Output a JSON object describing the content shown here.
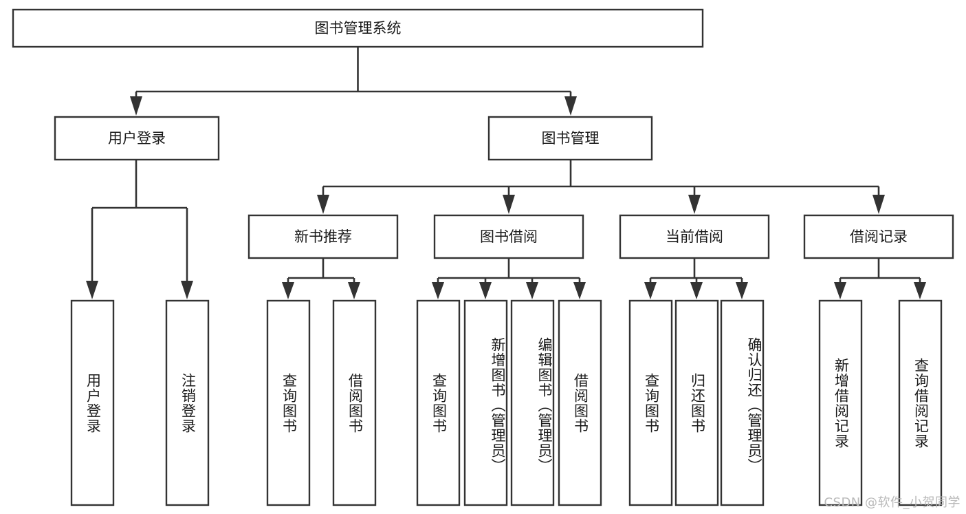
{
  "diagram": {
    "type": "tree-hierarchy-chart",
    "title_node": {
      "label": "图书管理系统"
    },
    "level2": [
      {
        "id": "user-login",
        "label": "用户登录"
      },
      {
        "id": "book-management",
        "label": "图书管理"
      }
    ],
    "level3": [
      {
        "id": "new-book-recommend",
        "label": "新书推荐"
      },
      {
        "id": "book-borrow",
        "label": "图书借阅"
      },
      {
        "id": "current-borrow",
        "label": "当前借阅"
      },
      {
        "id": "borrow-record",
        "label": "借阅记录"
      }
    ],
    "leaves": {
      "user_login": [
        {
          "id": "leaf-user-login",
          "label": "用户登录"
        },
        {
          "id": "leaf-logout-login",
          "label": "注销登录"
        }
      ],
      "new_book_recommend": [
        {
          "id": "leaf-query-book-1",
          "label": "查询图书"
        },
        {
          "id": "leaf-borrow-book-1",
          "label": "借阅图书"
        }
      ],
      "book_borrow": [
        {
          "id": "leaf-query-book-2",
          "label": "查询图书"
        },
        {
          "id": "leaf-add-book",
          "label": "新增图书（管理员）"
        },
        {
          "id": "leaf-edit-book",
          "label": "编辑图书（管理员）"
        },
        {
          "id": "leaf-borrow-book-2",
          "label": "借阅图书"
        }
      ],
      "current_borrow": [
        {
          "id": "leaf-query-book-3",
          "label": "查询图书"
        },
        {
          "id": "leaf-return-book",
          "label": "归还图书"
        },
        {
          "id": "leaf-confirm-return",
          "label": "确认归还（管理员）"
        }
      ],
      "borrow_record": [
        {
          "id": "leaf-add-record",
          "label": "新增借阅记录"
        },
        {
          "id": "leaf-query-record",
          "label": "查询借阅记录"
        }
      ]
    },
    "colors": {
      "box_stroke": "#333333",
      "box_fill": "#ffffff",
      "connector": "#333333",
      "text": "#1a1a1a",
      "watermark": "#b9b9b9",
      "background": "#ffffff"
    }
  },
  "watermark": {
    "text": "CSDN @软件_小贺同学"
  }
}
